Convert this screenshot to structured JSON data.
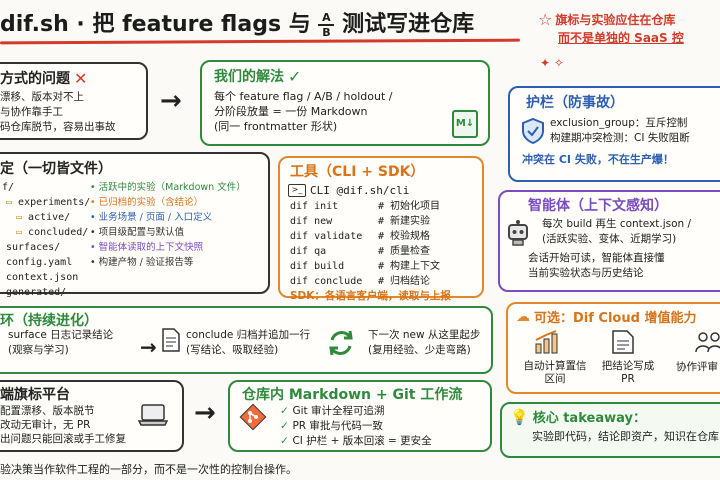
{
  "title": {
    "part1": "dif.sh · 把 feature flags 与",
    "frac_top": "A",
    "frac_bottom": "B",
    "part2": "测试写进仓库"
  },
  "tagline": {
    "line1": "旗标与实验应住在仓库",
    "line2": "而不是单独的 SaaS 控"
  },
  "problems": {
    "heading": "方式的问题",
    "items": [
      "漂移、版本对不上",
      "与协作靠手工",
      "码仓库脱节，容易出事故"
    ]
  },
  "solution": {
    "heading": "我们的解法",
    "line1": "每个 feature flag / A/B / holdout /",
    "line2": "分阶段放量 = 一份 Markdown",
    "line3": "(同一 frontmatter 形状)",
    "file_icon_label": "M↓"
  },
  "files": {
    "heading": "定（一切皆文件）",
    "tree": [
      "f/",
      "experiments/",
      "active/",
      "concluded/",
      "surfaces/",
      "config.yaml",
      "context.json",
      "generated/"
    ],
    "notes": [
      "活跃中的实验（Markdown 文件）",
      "已归档的实验（含结论）",
      "业务场景 / 页面 / 入口定义",
      "项目级配置与默认值",
      "智能体读取的上下文快照",
      "构建产物 / 验证报告等"
    ],
    "note_colors": [
      "#2f8a3e",
      "#d9731a",
      "#2c5fb2",
      "#333333",
      "#7a4cc0",
      "#333333"
    ]
  },
  "tools": {
    "heading": "工具（CLI + SDK）",
    "cli_title": "CLI @dif.sh/cli",
    "commands": [
      {
        "cmd": "dif init",
        "desc": "# 初始化项目"
      },
      {
        "cmd": "dif new",
        "desc": "# 新建实验"
      },
      {
        "cmd": "dif validate",
        "desc": "# 校验规格"
      },
      {
        "cmd": "dif qa",
        "desc": "# 质量检查"
      },
      {
        "cmd": "dif build",
        "desc": "# 构建上下文"
      },
      {
        "cmd": "dif conclude",
        "desc": "# 归档结论"
      }
    ],
    "sdk_line": "SDK：各语言客户端，读取与上报"
  },
  "guardrails": {
    "heading": "护栏（防事故）",
    "items": [
      "exclusion_group：互斥控制",
      "构建期冲突检测：CI 失败阻断"
    ],
    "highlight": "冲突在 CI 失败，不在生产爆！"
  },
  "agent": {
    "heading": "智能体（上下文感知）",
    "line1": "每次 build 再生 context.json /",
    "line2": "(活跃实验、变体、近期学习)",
    "line3": "会话开始可读，智能体直接懂",
    "line4": "当前实验状态与历史结论"
  },
  "loop": {
    "heading": "环（持续进化）",
    "step1_a": "surface 日志记录结论",
    "step1_b": "(观察与学习)",
    "step2_a": "conclude 归档并追加一行",
    "step2_b": "(写结论、吸取经验)",
    "step3_a": "下一次 new 从这里起步",
    "step3_b": "(复用经验、少走弯路)"
  },
  "cloud": {
    "heading": "可选：Dif Cloud 增值能力",
    "items": [
      "自动计算置信区间",
      "把结论写成 PR",
      "协作评审"
    ]
  },
  "platform": {
    "heading": "端旗标平台",
    "items": [
      "配置漂移、版本脱节",
      "改动无审计，无 PR",
      "出问题只能回滚或手工修复"
    ]
  },
  "workflow": {
    "heading": "仓库内 Markdown + Git 工作流",
    "items": [
      "Git 审计全程可追溯",
      "PR 审批与代码一致",
      "CI 护栏 + 版本回滚 = 更安全"
    ]
  },
  "takeaway": {
    "heading": "核心 takeaway：",
    "text": "实验即代码，结论即资产，知识在仓库"
  },
  "footer": "验决策当作软件工程的一部分，而不是一次性的控制台操作。"
}
